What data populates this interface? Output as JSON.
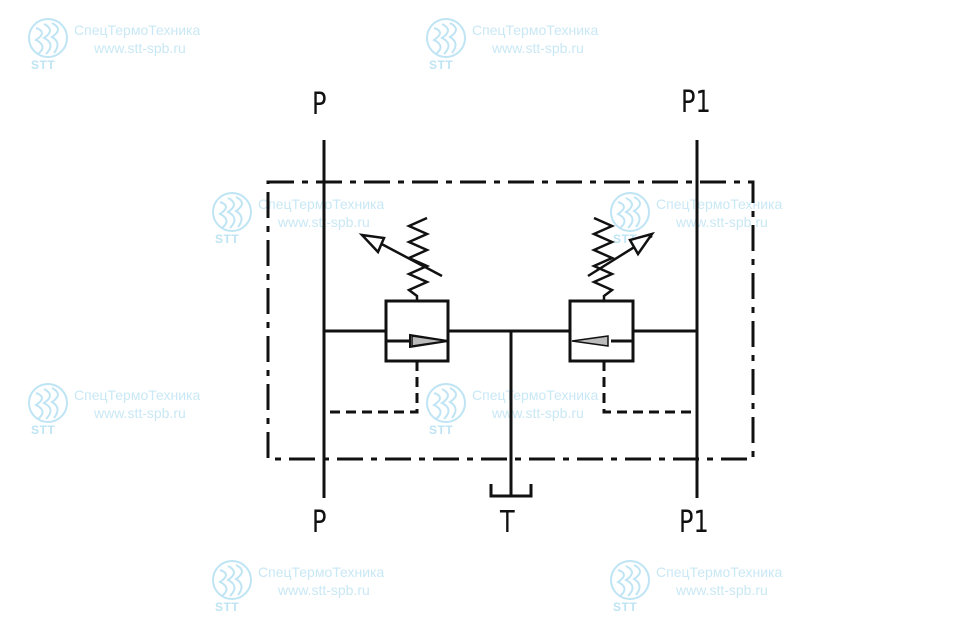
{
  "watermark": {
    "company_name": "СпецТермоТехника",
    "website": "www.stt-spb.ru",
    "abbreviation": "STT",
    "color": "#8ccbe8"
  },
  "diagram": {
    "ports": {
      "top_left": "P",
      "top_right": "P1",
      "bottom_left": "P",
      "bottom_center": "T",
      "bottom_right": "P1"
    },
    "line_color": "#111111",
    "components": [
      "dash-dot-boundary",
      "relief-valve-left",
      "relief-valve-right",
      "tank-port"
    ]
  }
}
